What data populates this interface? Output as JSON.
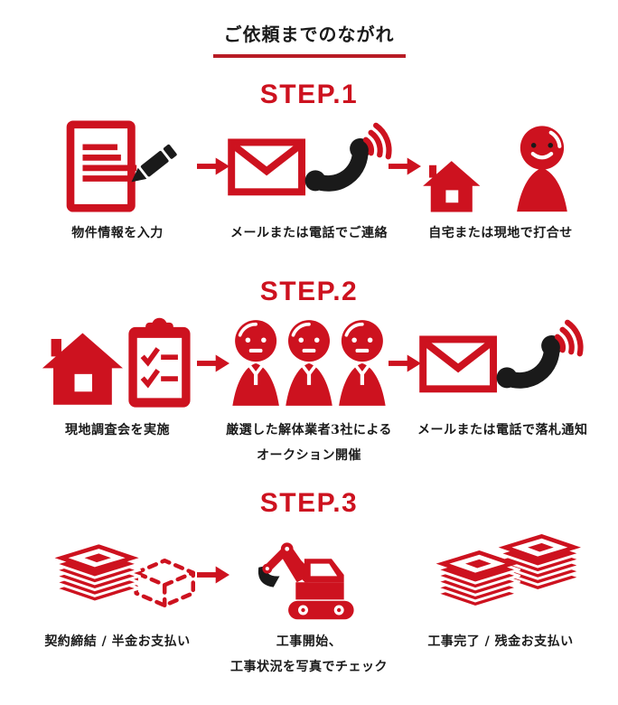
{
  "page": {
    "title": "ご依頼までのながれ"
  },
  "colors": {
    "accent_red": "#cd121f",
    "underline_red": "#b81c25",
    "ink_black": "#1a1a1a"
  },
  "steps": [
    {
      "label": "STEP.1",
      "items": [
        {
          "icon": "document-pen-icon",
          "caption_line1": "物件情報を入力",
          "caption_line2": ""
        },
        {
          "icon": "mail-phone-icon",
          "caption_line1": "メールまたは電話でご連絡",
          "caption_line2": ""
        },
        {
          "icon": "house-person-icon",
          "caption_line1": "自宅または現地で打合せ",
          "caption_line2": ""
        }
      ]
    },
    {
      "label": "STEP.2",
      "items": [
        {
          "icon": "house-clipboard-icon",
          "caption_line1": "現地調査会を実施",
          "caption_line2": ""
        },
        {
          "icon": "three-agents-icon",
          "caption_line1": "厳選した解体業者3社による",
          "caption_line2": "オークション開催"
        },
        {
          "icon": "mail-phone-icon",
          "caption_line1": "メールまたは電話で落札通知",
          "caption_line2": ""
        }
      ]
    },
    {
      "label": "STEP.3",
      "items": [
        {
          "icon": "money-stack-dashed-icon",
          "caption_line1": "契約締結 / 半金お支払い",
          "caption_line2": ""
        },
        {
          "icon": "excavator-icon",
          "caption_line1": "工事開始、",
          "caption_line2": "工事状況を写真でチェック"
        },
        {
          "icon": "money-stacks-icon",
          "caption_line1": "工事完了 / 残金お支払い",
          "caption_line2": ""
        }
      ]
    }
  ]
}
